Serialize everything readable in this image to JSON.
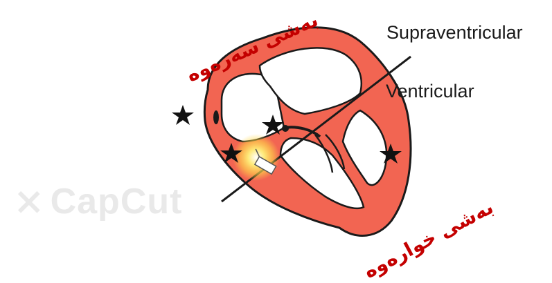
{
  "labels": {
    "supraventricular": "Supraventricular",
    "ventricular": "Ventricular",
    "upper_part": "بەشی سەرەوە",
    "lower_part": "بەشی خوارەوە"
  },
  "watermark": {
    "text": "CapCut",
    "icon": "capcut-logo-icon"
  },
  "colors": {
    "heart_fill": "#f26552",
    "heart_stroke": "#1a1a1a",
    "kurdish_text": "#c40000",
    "glow": "#ffd84a"
  },
  "icons": [
    "star-icon",
    "star-icon",
    "star-icon",
    "star-icon",
    "pacemaker-device-icon",
    "capcut-logo-icon"
  ]
}
